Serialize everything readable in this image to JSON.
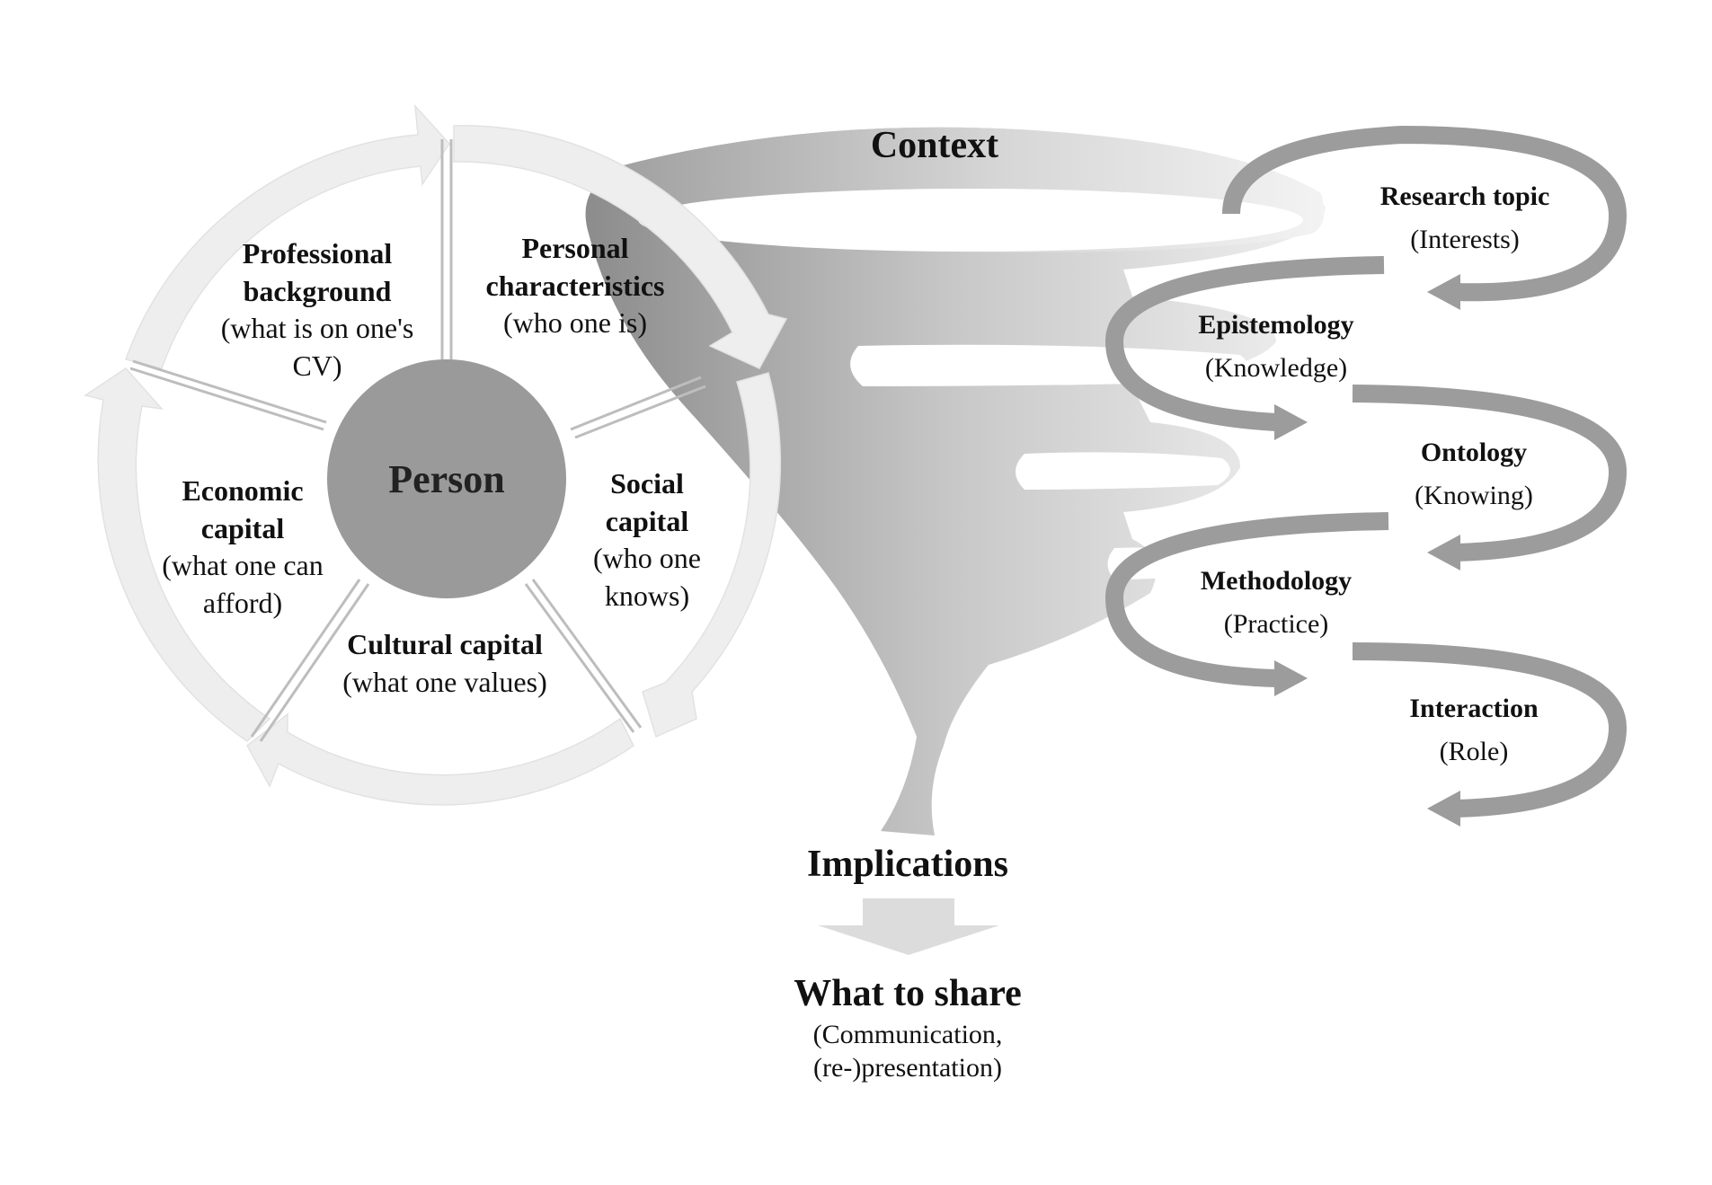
{
  "context": "Context",
  "person": "Person",
  "person_segments": {
    "professional": {
      "title": "Professional background",
      "sub": "(what is on one's CV)"
    },
    "personal": {
      "title": "Personal characteristics",
      "sub": "(who one is)"
    },
    "social": {
      "title": "Social capital",
      "sub": "(who one knows)"
    },
    "cultural": {
      "title": "Cultural capital",
      "sub": "(what one values)"
    },
    "economic": {
      "title": "Economic capital",
      "sub": "(what one can afford)"
    }
  },
  "spiral": [
    {
      "title": "Research topic",
      "sub": "(Interests)"
    },
    {
      "title": "Epistemology",
      "sub": "(Knowledge)"
    },
    {
      "title": "Ontology",
      "sub": "(Knowing)"
    },
    {
      "title": "Methodology",
      "sub": "(Practice)"
    },
    {
      "title": "Interaction",
      "sub": "(Role)"
    }
  ],
  "implications": "Implications",
  "what_to_share": {
    "title": "What to share",
    "line1": "(Communication,",
    "line2": "(re-)presentation)"
  },
  "colors": {
    "ring": "#eeeeee",
    "circle": "#9a9a9a",
    "arrows": "#9c9c9c",
    "funnel": "#c4c4c4"
  }
}
